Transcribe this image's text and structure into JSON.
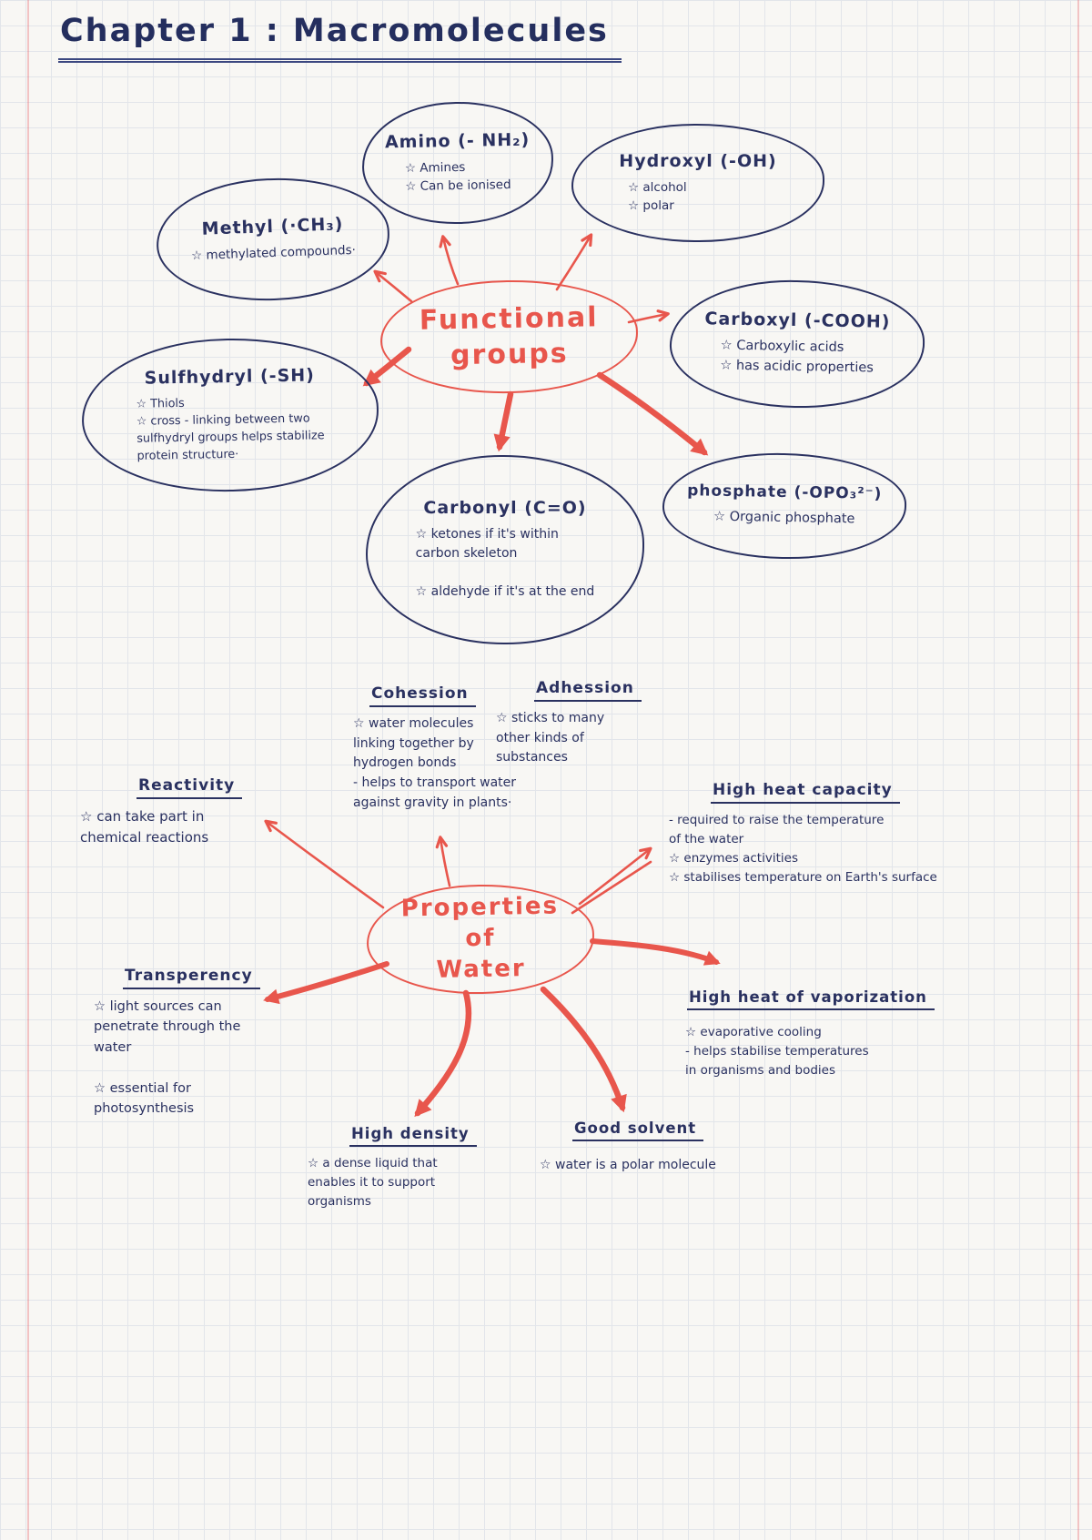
{
  "page": {
    "title": "Chapter 1 : Macromolecules"
  },
  "colors": {
    "ink": "#2a3160",
    "accent": "#e8564c"
  },
  "functional_groups": {
    "center": "Functional\ngroups",
    "amino": {
      "title": "Amino (- NH₂)",
      "notes": "☆ Amines\n☆ Can be ionised"
    },
    "hydroxyl": {
      "title": "Hydroxyl (-OH)",
      "notes": "☆ alcohol\n☆ polar"
    },
    "methyl": {
      "title": "Methyl (·CH₃)",
      "notes": "☆ methylated compounds·"
    },
    "carboxyl": {
      "title": "Carboxyl (-COOH)",
      "notes": "☆ Carboxylic acids\n☆ has acidic properties"
    },
    "sulfhydryl": {
      "title": "Sulfhydryl (-SH)",
      "notes": "☆ Thiols\n☆ cross - linking between two\nsulfhydryl groups helps stabilize\nprotein structure·"
    },
    "carbonyl": {
      "title": "Carbonyl (C=O)",
      "notes": "☆ ketones   if it's within\ncarbon skeleton\n\n☆ aldehyde   if it's at the end"
    },
    "phosphate": {
      "title": "phosphate (-OPO₃²⁻)",
      "notes": "☆ Organic phosphate"
    }
  },
  "properties_of_water": {
    "center": "Properties of\nWater",
    "cohesion": {
      "title": "Cohession",
      "notes": "☆ water molecules\nlinking together by\nhydrogen bonds\n- helps to transport water\nagainst gravity in plants·"
    },
    "adhesion": {
      "title": "Adhession",
      "notes": "☆ sticks to many\nother kinds of\nsubstances"
    },
    "reactivity": {
      "title": "Reactivity",
      "notes": "☆ can take part in\nchemical reactions"
    },
    "high_heat_capacity": {
      "title": "High heat capacity",
      "notes": "- required to raise the temperature\nof the water\n☆ enzymes activities\n☆ stabilises temperature on Earth's surface"
    },
    "transparency": {
      "title": "Transperency",
      "notes": "☆ light sources can\npenetrate through the\nwater\n\n☆ essential for\nphotosynthesis"
    },
    "high_heat_vaporization": {
      "title": "High heat of vaporization",
      "notes": "☆ evaporative cooling\n- helps stabilise temperatures\nin organisms and bodies"
    },
    "high_density": {
      "title": "High density",
      "notes": "☆ a dense liquid that\nenables it to support\norganisms"
    },
    "good_solvent": {
      "title": "Good solvent",
      "notes": "☆ water is a polar molecule"
    }
  }
}
